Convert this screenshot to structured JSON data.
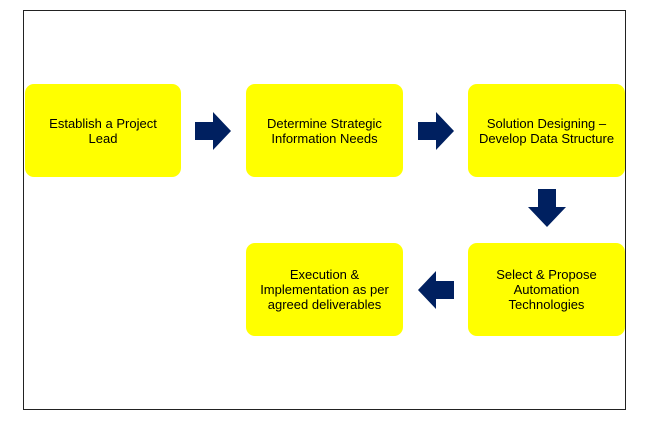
{
  "flow": {
    "steps": [
      {
        "label": "Establish a Project Lead"
      },
      {
        "label": "Determine Strategic Information Needs"
      },
      {
        "label": "Solution Designing – Develop Data Structure"
      },
      {
        "label": "Select & Propose Automation Technologies"
      },
      {
        "label": "Execution & Implementation as per agreed deliverables"
      }
    ],
    "connectors": [
      {
        "from": 1,
        "to": 2,
        "direction": "right",
        "icon": "arrow-right-icon"
      },
      {
        "from": 2,
        "to": 3,
        "direction": "right",
        "icon": "arrow-right-icon"
      },
      {
        "from": 3,
        "to": 4,
        "direction": "down",
        "icon": "arrow-down-icon"
      },
      {
        "from": 4,
        "to": 5,
        "direction": "left",
        "icon": "arrow-left-icon"
      }
    ]
  },
  "colors": {
    "step_fill": "#ffff00",
    "arrow_fill": "#002060",
    "frame_border": "#222222"
  }
}
